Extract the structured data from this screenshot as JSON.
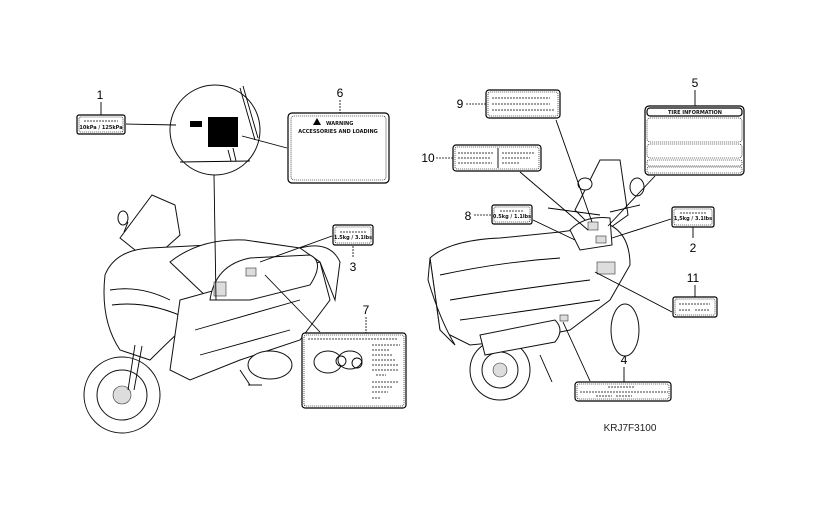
{
  "diagram": {
    "code": "KRJ7F3100",
    "callouts": [
      {
        "id": "1",
        "label": "1",
        "text": "10kPa / 125kPa"
      },
      {
        "id": "2",
        "label": "2",
        "text": "1,5kg / 3.1lbs"
      },
      {
        "id": "3",
        "label": "3",
        "text": "1.5kg / 3.1lbs"
      },
      {
        "id": "4",
        "label": "4",
        "text": ""
      },
      {
        "id": "5",
        "label": "5",
        "text": "TIRE INFORMATION"
      },
      {
        "id": "6",
        "label": "6",
        "text_line1": "WARNING",
        "text_line2": "ACCESSORIES AND LOADING"
      },
      {
        "id": "7",
        "label": "7",
        "text": ""
      },
      {
        "id": "8",
        "label": "8",
        "text": "0.5kg / 1.1lbs"
      },
      {
        "id": "9",
        "label": "9",
        "text": ""
      },
      {
        "id": "10",
        "label": "10",
        "text": ""
      },
      {
        "id": "11",
        "label": "11",
        "text": ""
      }
    ]
  }
}
